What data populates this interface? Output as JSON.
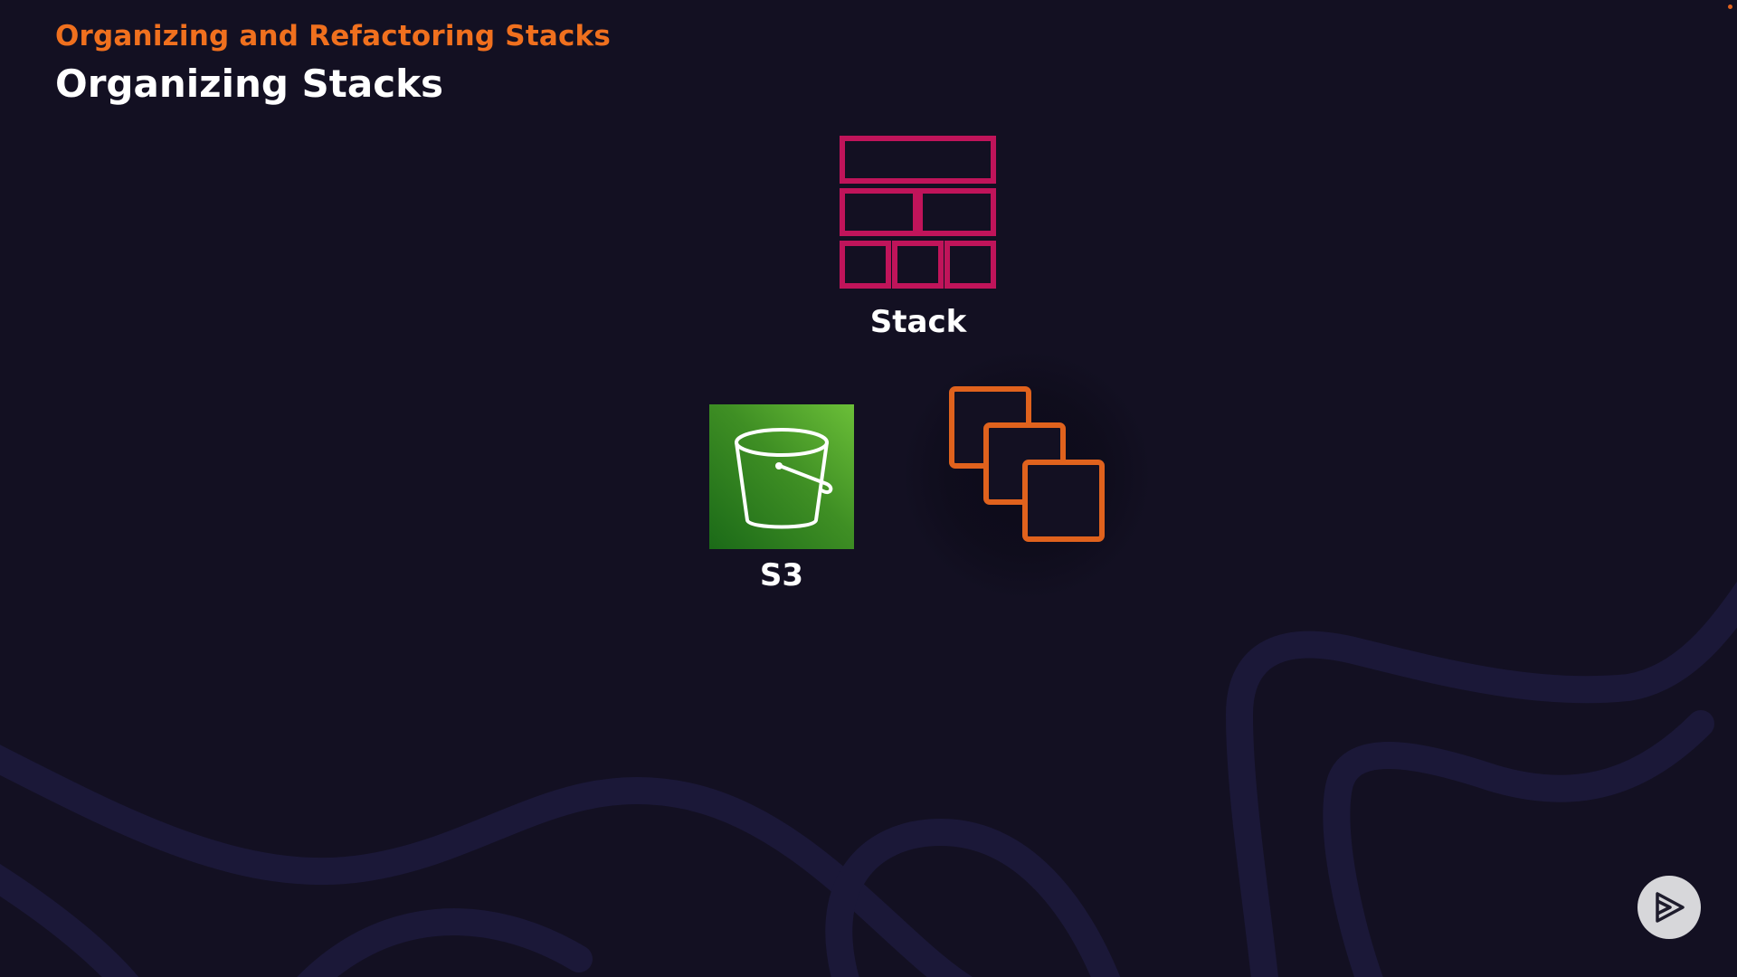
{
  "slide": {
    "module_title": "Organizing and Refactoring Stacks",
    "clip_title": "Organizing Stacks"
  },
  "diagram": {
    "stack": {
      "label": "Stack",
      "icon": "stack-icon",
      "color": "#c0145a"
    },
    "s3": {
      "label": "S3",
      "icon": "s3-bucket-icon",
      "color": "#3f8f24"
    },
    "copy": {
      "icon": "copy-resources-icon",
      "color": "#e0621d"
    }
  },
  "player": {
    "icon": "play-logo-icon"
  },
  "colors": {
    "background": "#131022",
    "accent": "#f0701e",
    "wave": "#1b1838"
  }
}
